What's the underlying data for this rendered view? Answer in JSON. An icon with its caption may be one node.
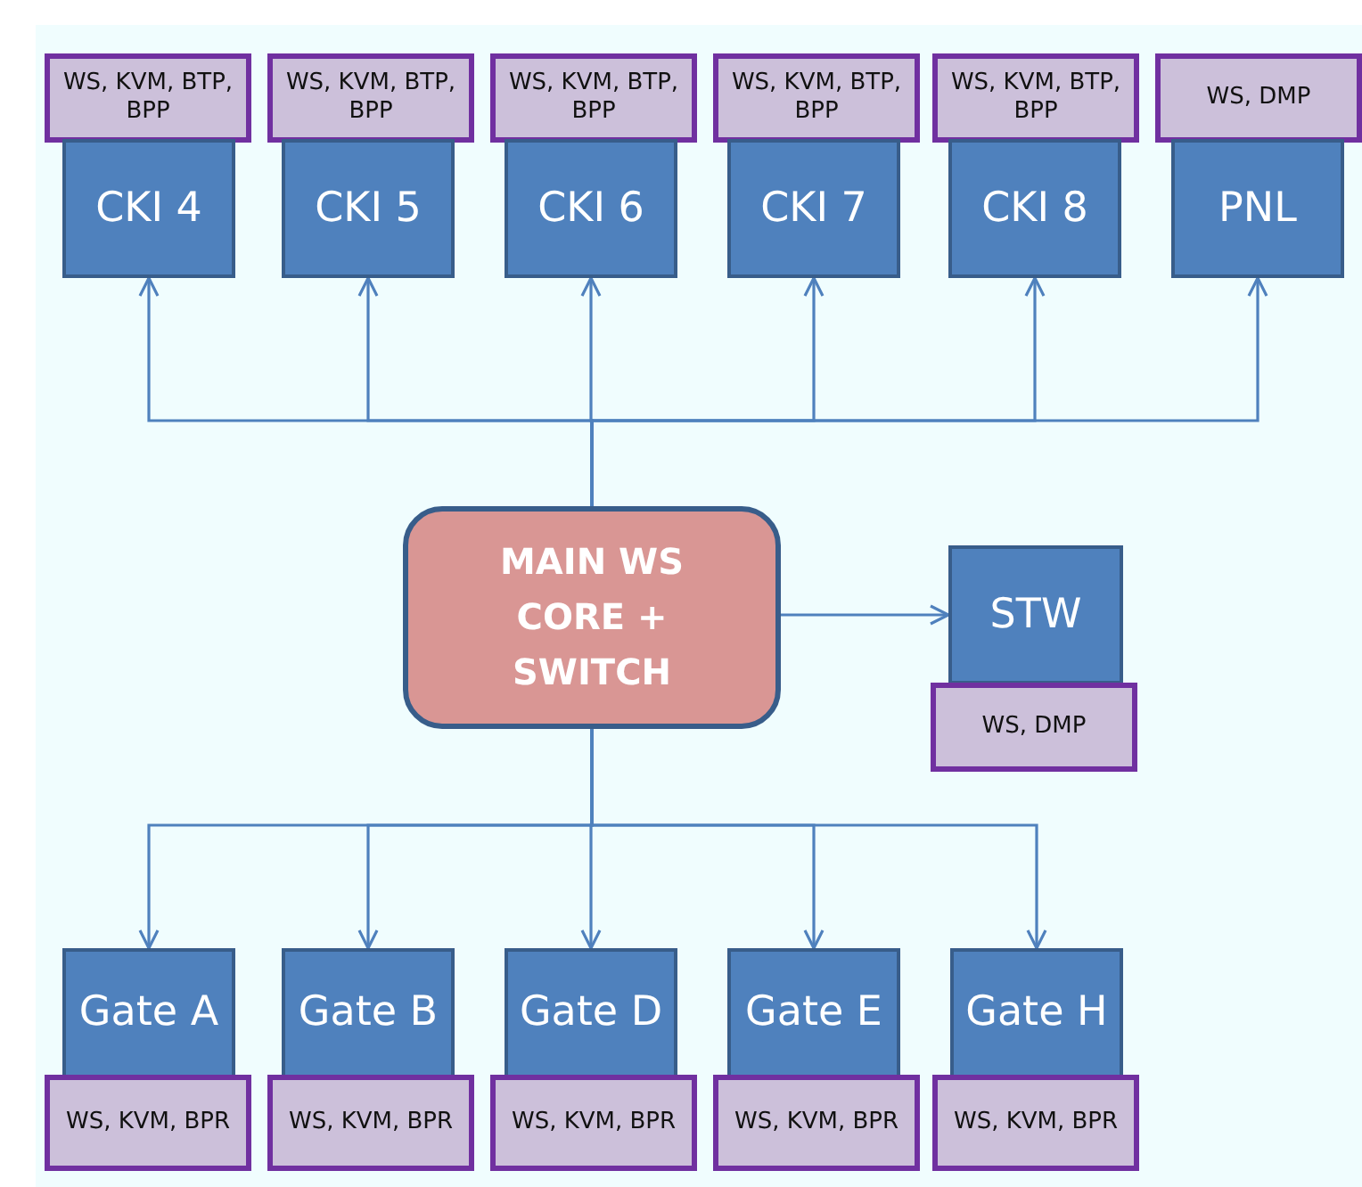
{
  "diagram": {
    "nodes": [
      {
        "text": [
          "WS, KVM, BTP, BPP"
        ]
      },
      {
        "text": [
          "WS, KVM, BTP, BPP"
        ]
      },
      {
        "text": [
          "WS, KVM, BTP, BPP"
        ]
      },
      {
        "text": [
          "WS, KVM, BTP, BPP"
        ]
      },
      {
        "text": [
          "WS, KVM, BTP, BPP"
        ]
      },
      {
        "text": [
          "WS, DMP"
        ]
      },
      {
        "text": [
          "CKI 4"
        ]
      },
      {
        "text": [
          "CKI 5"
        ]
      },
      {
        "text": [
          "CKI 6"
        ]
      },
      {
        "text": [
          "CKI 7"
        ]
      },
      {
        "text": [
          "CKI 8"
        ]
      },
      {
        "text": [
          "PNL"
        ]
      },
      {
        "text": [
          "MAIN WS CORE + SWITCH"
        ]
      },
      {
        "text": [
          "STW"
        ]
      },
      {
        "text": [
          "WS, DMP"
        ]
      },
      {
        "text": [
          "Gate A"
        ]
      },
      {
        "text": [
          "Gate B"
        ]
      },
      {
        "text": [
          "Gate D"
        ]
      },
      {
        "text": [
          "Gate E"
        ]
      },
      {
        "text": [
          "Gate H"
        ]
      },
      {
        "text": [
          "WS, KVM, BPR"
        ]
      },
      {
        "text": [
          "WS, KVM, BPR"
        ]
      },
      {
        "text": [
          "WS, KVM, BPR"
        ]
      },
      {
        "text": [
          "WS, KVM, BPR"
        ]
      },
      {
        "text": [
          "WS, KVM, BPR"
        ]
      }
    ],
    "edges": [
      {
        "from": 12,
        "to": 6,
        "arrow": "to"
      },
      {
        "from": 12,
        "to": 7,
        "arrow": "to"
      },
      {
        "from": 12,
        "to": 8,
        "arrow": "to"
      },
      {
        "from": 12,
        "to": 9,
        "arrow": "to"
      },
      {
        "from": 12,
        "to": 10,
        "arrow": "to"
      },
      {
        "from": 12,
        "to": 11,
        "arrow": "to"
      },
      {
        "from": 12,
        "to": 13,
        "arrow": "to"
      },
      {
        "from": 12,
        "to": 15,
        "arrow": "to"
      },
      {
        "from": 12,
        "to": 16,
        "arrow": "to"
      },
      {
        "from": 12,
        "to": 17,
        "arrow": "to"
      },
      {
        "from": 12,
        "to": 18,
        "arrow": "to"
      },
      {
        "from": 12,
        "to": 19,
        "arrow": "to"
      }
    ]
  }
}
